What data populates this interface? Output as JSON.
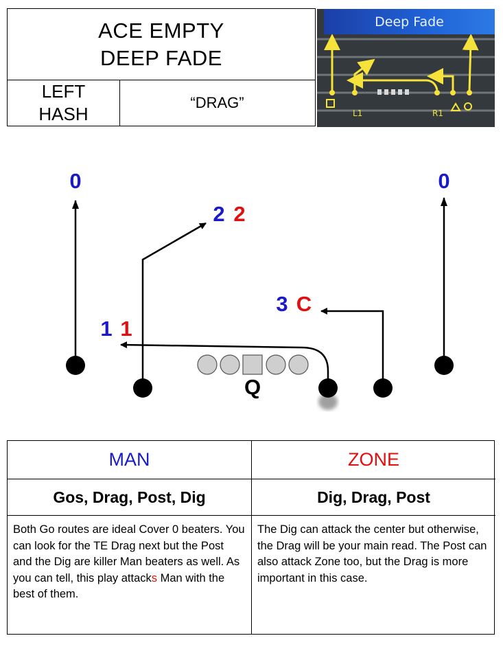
{
  "header": {
    "title_line1": "ACE EMPTY",
    "title_line2": "DEEP FADE",
    "hash_line1": "LEFT",
    "hash_line2": "HASH",
    "call": "“DRAG”"
  },
  "thumbnail": {
    "banner": "Deep Fade",
    "label_l1": "L1",
    "label_r1": "R1"
  },
  "diagram": {
    "qb_label": "Q",
    "left_go": {
      "man": "0"
    },
    "right_go": {
      "man": "0"
    },
    "post": {
      "man": "2",
      "zone": "2"
    },
    "dig": {
      "man": "3",
      "zone": "C"
    },
    "drag": {
      "man": "1",
      "zone": "1"
    },
    "colors": {
      "man": "#1a1ac8",
      "zone": "#e01010",
      "route": "#000000",
      "lineman": "#cfcfcf",
      "thumb_route": "#f5e23a"
    }
  },
  "table": {
    "man": {
      "header": "MAN",
      "routes": "Gos, Drag, Post, Dig",
      "text_before": "Both Go routes are ideal Cover 0 beaters. You can look for the TE Drag next but the Post and the Dig are killer Man beaters as well. As you can tell, this play attack",
      "text_highlight": "s",
      "text_after": " Man with the best of them."
    },
    "zone": {
      "header": "ZONE",
      "routes": "Dig, Drag, Post",
      "text": "The Dig can attack the center but otherwise, the Drag will be your main read. The Post can also attack Zone too, but the Drag is more important in this case."
    }
  }
}
